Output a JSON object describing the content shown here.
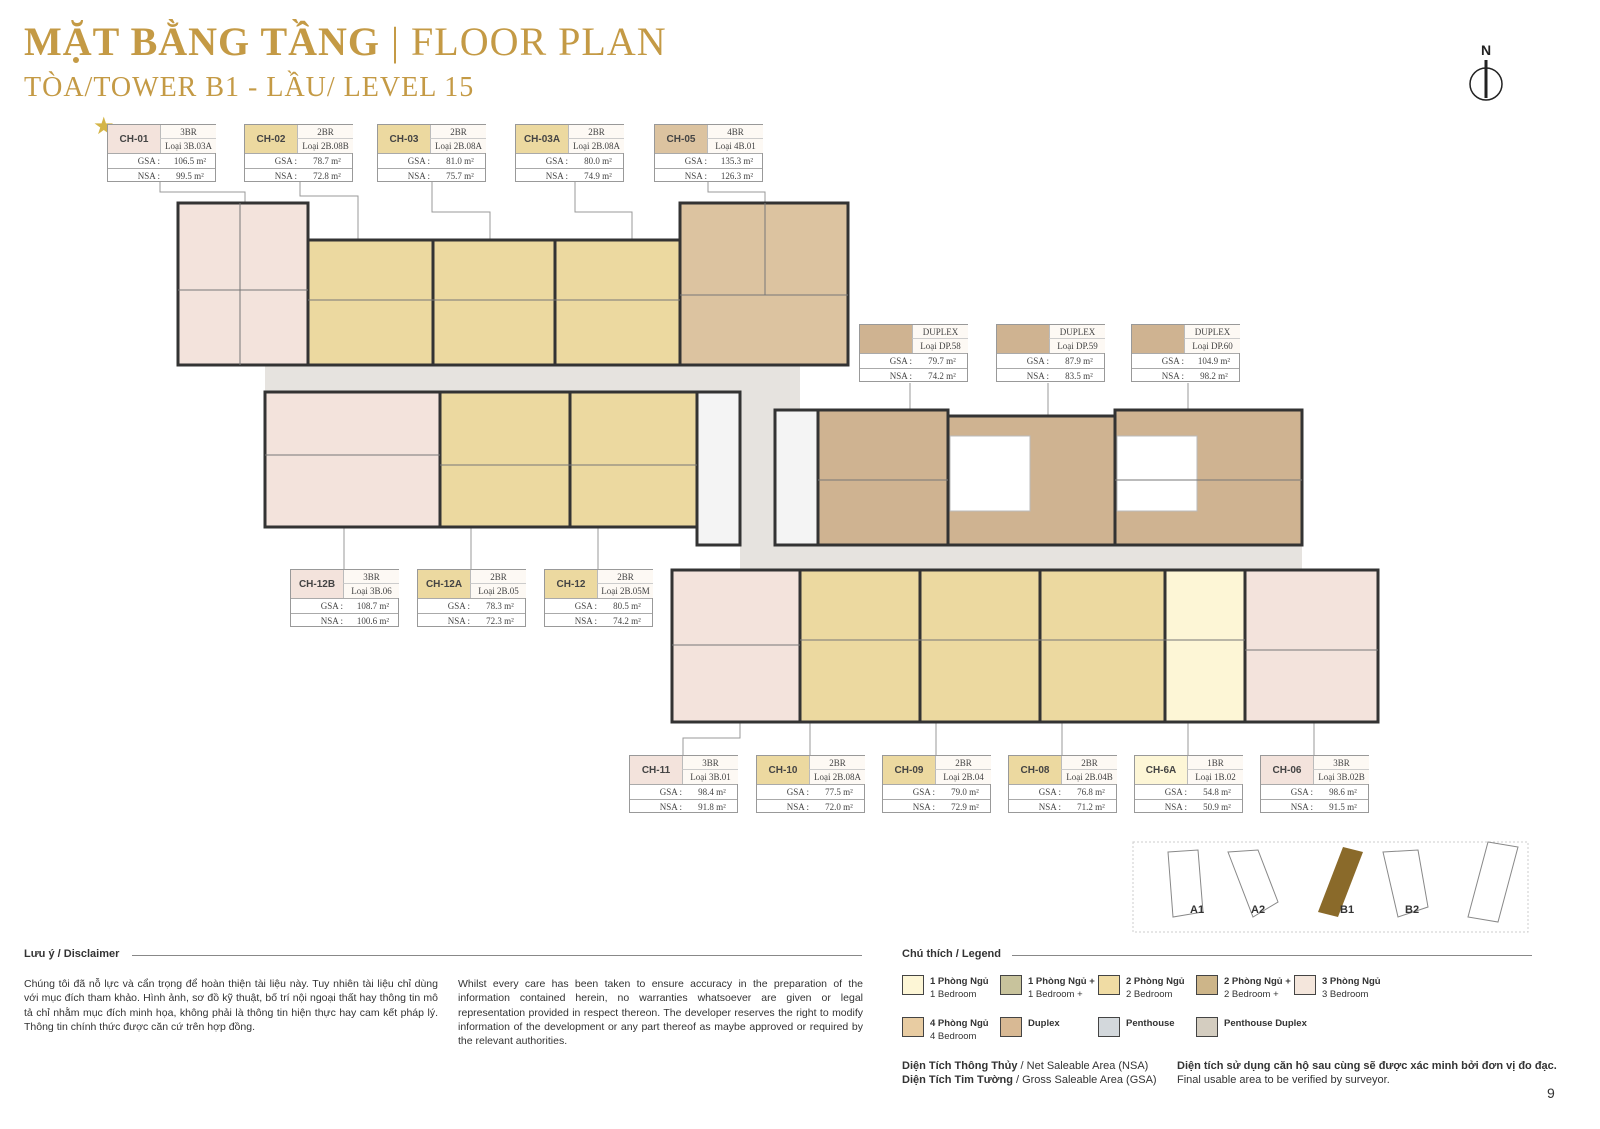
{
  "header": {
    "title_vi": "MẶT BẰNG TẦNG",
    "separator": "|",
    "title_en": "FLOOR PLAN",
    "subtitle": "TÒA/TOWER B1 - LẦU/ LEVEL 15",
    "compass_label": "N"
  },
  "colors": {
    "gold": "#c49a45",
    "1br": "#fdf6d6",
    "2br": "#ecd9a0",
    "3br": "#f3e3dc",
    "4br": "#dcc3a0",
    "duplex": "#cfb391"
  },
  "units": [
    {
      "code": "CH-01",
      "type": "3BR",
      "model": "Loại 3B.03A",
      "gsa": "106.5 m²",
      "nsa": "99.5 m²",
      "color": "#f3e3dc"
    },
    {
      "code": "CH-02",
      "type": "2BR",
      "model": "Loại 2B.08B",
      "gsa": "78.7 m²",
      "nsa": "72.8 m²",
      "color": "#ecd9a0"
    },
    {
      "code": "CH-03",
      "type": "2BR",
      "model": "Loại 2B.08A",
      "gsa": "81.0 m²",
      "nsa": "75.7 m²",
      "color": "#ecd9a0"
    },
    {
      "code": "CH-03A",
      "type": "2BR",
      "model": "Loại 2B.08A",
      "gsa": "80.0 m²",
      "nsa": "74.9 m²",
      "color": "#ecd9a0"
    },
    {
      "code": "CH-05",
      "type": "4BR",
      "model": "Loại 4B.01",
      "gsa": "135.3 m²",
      "nsa": "126.3 m²",
      "color": "#dcc3a0"
    },
    {
      "code": "",
      "type": "DUPLEX",
      "model": "Loại DP.58",
      "gsa": "79.7 m²",
      "nsa": "74.2 m²",
      "color": "#cfb391"
    },
    {
      "code": "",
      "type": "DUPLEX",
      "model": "Loại DP.59",
      "gsa": "87.9 m²",
      "nsa": "83.5 m²",
      "color": "#cfb391"
    },
    {
      "code": "",
      "type": "DUPLEX",
      "model": "Loại DP.60",
      "gsa": "104.9 m²",
      "nsa": "98.2 m²",
      "color": "#cfb391"
    },
    {
      "code": "CH-12B",
      "type": "3BR",
      "model": "Loại 3B.06",
      "gsa": "108.7 m²",
      "nsa": "100.6 m²",
      "color": "#f3e3dc"
    },
    {
      "code": "CH-12A",
      "type": "2BR",
      "model": "Loại 2B.05",
      "gsa": "78.3 m²",
      "nsa": "72.3 m²",
      "color": "#ecd9a0"
    },
    {
      "code": "CH-12",
      "type": "2BR",
      "model": "Loại 2B.05M",
      "gsa": "80.5 m²",
      "nsa": "74.2 m²",
      "color": "#ecd9a0"
    },
    {
      "code": "CH-11",
      "type": "3BR",
      "model": "Loại 3B.01",
      "gsa": "98.4 m²",
      "nsa": "91.8 m²",
      "color": "#f3e3dc"
    },
    {
      "code": "CH-10",
      "type": "2BR",
      "model": "Loại 2B.08A",
      "gsa": "77.5 m²",
      "nsa": "72.0 m²",
      "color": "#ecd9a0"
    },
    {
      "code": "CH-09",
      "type": "2BR",
      "model": "Loại 2B.04",
      "gsa": "79.0 m²",
      "nsa": "72.9 m²",
      "color": "#ecd9a0"
    },
    {
      "code": "CH-08",
      "type": "2BR",
      "model": "Loại 2B.04B",
      "gsa": "76.8 m²",
      "nsa": "71.2 m²",
      "color": "#ecd9a0"
    },
    {
      "code": "CH-6A",
      "type": "1BR",
      "model": "Loại 1B.02",
      "gsa": "54.8 m²",
      "nsa": "50.9 m²",
      "color": "#fdf6d6"
    },
    {
      "code": "CH-06",
      "type": "3BR",
      "model": "Loại 3B.02B",
      "gsa": "98.6 m²",
      "nsa": "91.5 m²",
      "color": "#f3e3dc"
    }
  ],
  "labels": {
    "gsa": "GSA :",
    "nsa": "NSA :"
  },
  "keymap": {
    "towers": [
      "A1",
      "A2",
      "B1",
      "B2"
    ]
  },
  "disclaimer": {
    "heading": "Lưu ý / Disclaimer",
    "text_vi": "Chúng tôi đã nỗ lực và cẩn trọng để hoàn thiện tài liệu này. Tuy nhiên tài liệu chỉ dùng với mục đích tham khảo. Hình ảnh, sơ đồ kỹ thuật, bố trí nội ngoại thất hay thông tin mô tả chỉ nhằm mục đích minh họa, không phải là thông tin hiện thực hay cam kết pháp lý. Thông tin chính thức được căn cứ trên hợp đồng.",
    "text_en": "Whilst every care has been taken to ensure accuracy in the preparation of the information contained herein, no warranties whatsoever are given or legal representation provided in respect thereon. The developer reserves the right to modify information of the development or any part thereof as maybe approved or required by the relevant authorities."
  },
  "legend": {
    "heading": "Chú thích / Legend",
    "items": [
      {
        "vi": "1 Phòng Ngủ",
        "en": "1 Bedroom",
        "color": "#fdf6d6"
      },
      {
        "vi": "1 Phòng Ngủ +",
        "en": "1 Bedroom +",
        "color": "#c8c39c"
      },
      {
        "vi": "2 Phòng Ngủ",
        "en": "2 Bedroom",
        "color": "#f0dca4"
      },
      {
        "vi": "2 Phòng Ngủ +",
        "en": "2 Bedroom +",
        "color": "#cdb589"
      },
      {
        "vi": "3 Phòng Ngủ",
        "en": "3 Bedroom",
        "color": "#f4e6dc"
      },
      {
        "vi": "4 Phòng Ngủ",
        "en": "4 Bedroom",
        "color": "#e8cca2"
      },
      {
        "vi": "Duplex",
        "en": "",
        "color": "#d8b994"
      },
      {
        "vi": "Penthouse",
        "en": "",
        "color": "#d3d8dc"
      },
      {
        "vi": "Penthouse Duplex",
        "en": "",
        "color": "#d4cdc0"
      }
    ],
    "nsa_vi": "Diện Tích Thông Thủy",
    "nsa_en": " / Net Saleable Area (NSA)",
    "gsa_vi": "Diện Tích Tim Tường",
    "gsa_en": " / Gross Saleable Area (GSA)",
    "final_vi": "Diện tích sử dụng căn hộ sau cùng sẽ được xác minh bởi đơn vị đo đạc.",
    "final_en": "Final usable area to be verified by surveyor."
  },
  "page_number": "9"
}
